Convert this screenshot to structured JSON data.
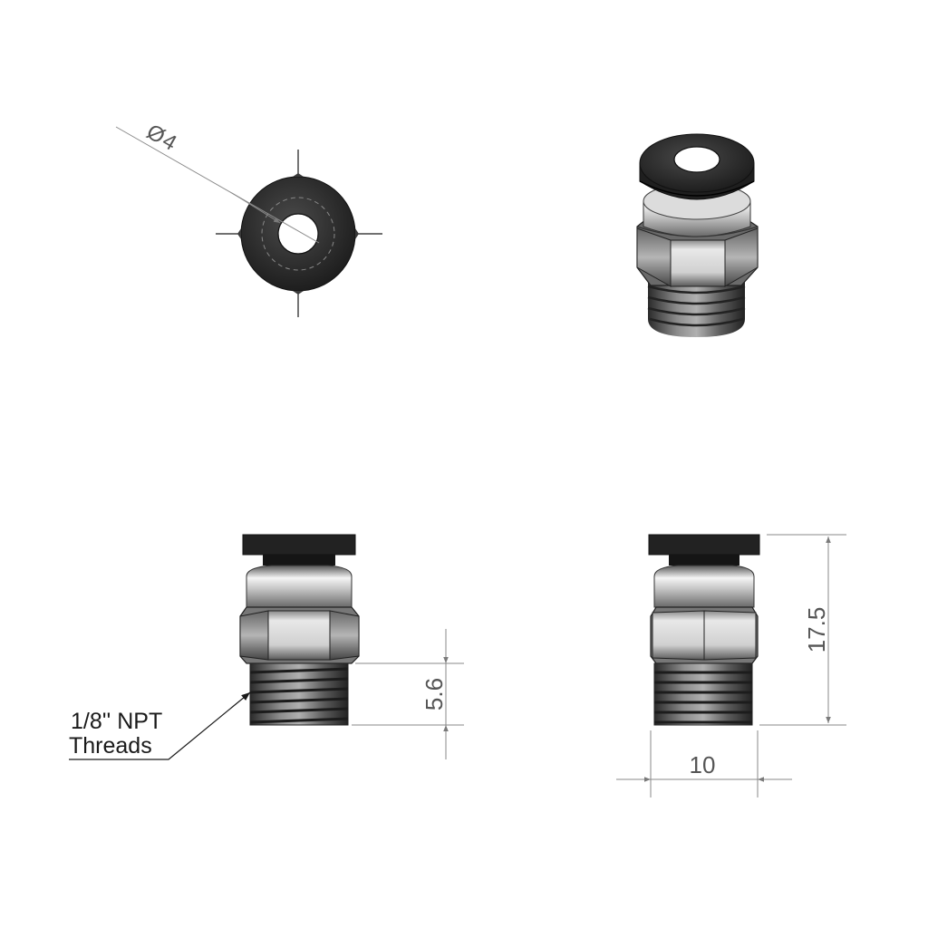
{
  "dimensions": {
    "bore_diameter": {
      "symbol": "Ø",
      "value": "4"
    },
    "thread_length": "5.6",
    "overall_height": "17.5",
    "body_width": "10"
  },
  "callout": {
    "line1": "1/8'' NPT",
    "line2": "Threads"
  },
  "colors": {
    "rubber": "#2b2b2b",
    "steel_light": "#e6e6e6",
    "steel_mid": "#9a9a9a",
    "steel_dark": "#4a4a4a",
    "dim_line": "#7a7a7a",
    "text": "#555555"
  }
}
